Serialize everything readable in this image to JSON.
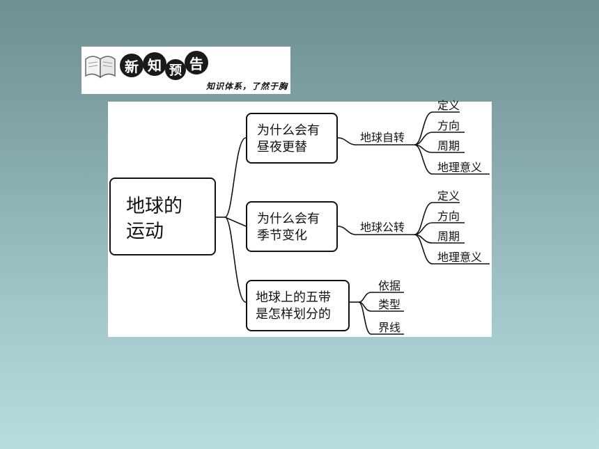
{
  "banner": {
    "chars": [
      "新",
      "知",
      "预",
      "告"
    ],
    "slogan": "知识体系，了然于胸"
  },
  "diagram": {
    "root": {
      "line1": "地球的",
      "line2": "运动"
    },
    "branches": [
      {
        "question": {
          "line1": "为什么会有",
          "line2": "昼夜更替"
        },
        "topic": "地球自转",
        "leaves": [
          "定义",
          "方向",
          "周期",
          "地理意义"
        ]
      },
      {
        "question": {
          "line1": "为什么会有",
          "line2": "季节变化"
        },
        "topic": "地球公转",
        "leaves": [
          "定义",
          "方向",
          "周期",
          "地理意义"
        ]
      },
      {
        "question": {
          "line1": "地球上的五带",
          "line2": "是怎样划分的"
        },
        "leaves": [
          "依据",
          "类型",
          "界线"
        ]
      }
    ]
  }
}
